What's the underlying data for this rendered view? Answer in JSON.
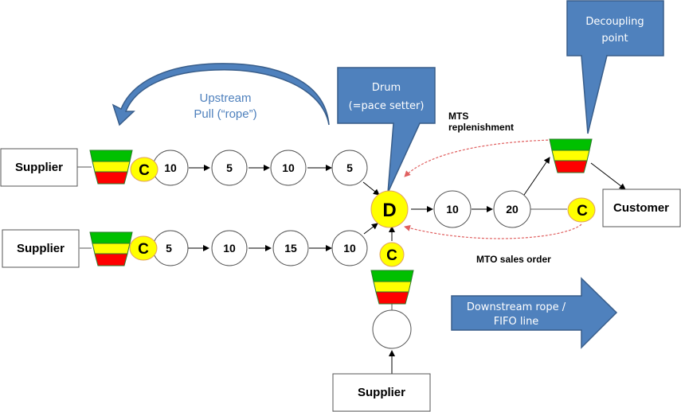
{
  "colors": {
    "callout_fill": "#4f81bd",
    "callout_stroke": "#385d8a",
    "control_fill": "#ffff00",
    "control_stroke": "#e0a060",
    "buffer_green": "#00c000",
    "buffer_yellow": "#ffff00",
    "buffer_red": "#ff0000",
    "signal_line": "#e06060",
    "rope_text": "#4f81bd"
  },
  "suppliers": [
    {
      "label": "Supplier"
    },
    {
      "label": "Supplier"
    },
    {
      "label": "Supplier"
    }
  ],
  "customer": {
    "label": "Customer"
  },
  "row1_nodes": [
    "10",
    "5",
    "10",
    "5"
  ],
  "row2_nodes": [
    "5",
    "10",
    "15",
    "10"
  ],
  "bottom_node": "",
  "downstream_nodes": [
    "10",
    "20"
  ],
  "drum_node": "D",
  "control_point_label": "C",
  "callouts": {
    "drum": [
      "Drum",
      "(=pace setter)"
    ],
    "decoupling": [
      "Decoupling",
      "point"
    ]
  },
  "arrows": {
    "upstream": [
      "Upstream",
      "Pull (“rope”)"
    ],
    "downstream": [
      "Downstream rope /",
      "FIFO line"
    ]
  },
  "notes": {
    "mts": [
      "MTS",
      "replenishment"
    ],
    "mto": "MTO sales order"
  }
}
